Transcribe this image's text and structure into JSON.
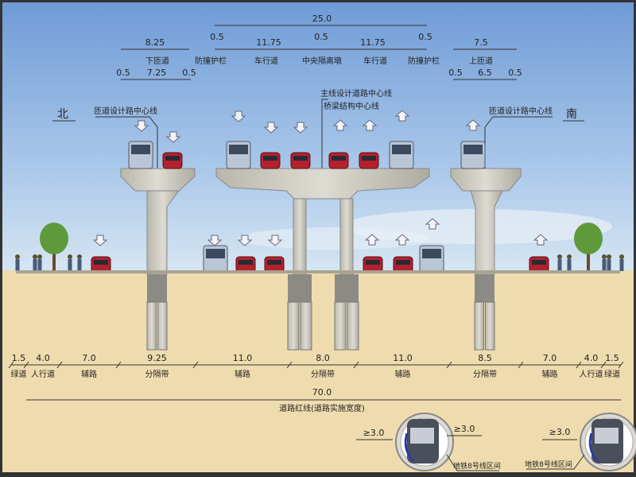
{
  "top_dims": {
    "overall": "25.0",
    "left_ramp": {
      "total": "8.25",
      "label": "下匝道",
      "sub": [
        "0.5",
        "7.25",
        "0.5"
      ]
    },
    "main": [
      {
        "value": "0.5",
        "label": "防撞护栏"
      },
      {
        "value": "11.75",
        "label": "车行道"
      },
      {
        "value": "0.5",
        "label": "中央隔离墩"
      },
      {
        "value": "11.75",
        "label": "车行道"
      },
      {
        "value": "0.5",
        "label": "防撞护栏"
      }
    ],
    "right_ramp": {
      "total": "7.5",
      "label": "上匝道",
      "sub": [
        "0.5",
        "6.5",
        "0.5"
      ]
    }
  },
  "annotations": {
    "north": "北",
    "south": "南",
    "ramp_centerline_left": "匝道设计路中心线",
    "ramp_centerline_right": "匝道设计路中心线",
    "main_centerline": "主线设计道路中心线",
    "bridge_centerline": "桥梁结构中心线"
  },
  "bottom_dims": [
    {
      "value": "1.5",
      "label": "绿道"
    },
    {
      "value": "4.0",
      "label": "人行道"
    },
    {
      "value": "7.0",
      "label": "辅路"
    },
    {
      "value": "9.25",
      "label": "分隔带"
    },
    {
      "value": "11.0",
      "label": "辅路"
    },
    {
      "value": "8.0",
      "label": "分隔带"
    },
    {
      "value": "11.0",
      "label": "辅路"
    },
    {
      "value": "8.5",
      "label": "分隔带"
    },
    {
      "value": "7.0",
      "label": "辅路"
    },
    {
      "value": "4.0",
      "label": "人行道"
    },
    {
      "value": "1.5",
      "label": "绿道"
    }
  ],
  "total_width": {
    "value": "70.0",
    "label": "道路红线(道路实施宽度)"
  },
  "metro": {
    "clearance_left_1": "≥3.0",
    "clearance_right_1": "≥3.0",
    "clearance_left_2": "≥3.0",
    "tunnel_label_1": "地铁8号线区间",
    "tunnel_label_2": "地铁8号线区间"
  },
  "colors": {
    "sky_top": "#6f9bd6",
    "sky_bottom": "#c9def0",
    "ground": "#efdcae",
    "concrete": "#c9c6bc"
  }
}
